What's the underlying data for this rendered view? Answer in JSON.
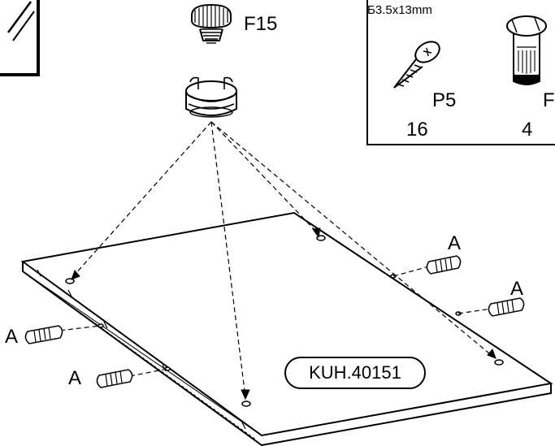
{
  "labels": {
    "f15": "F15",
    "inset_spec": "Ƃ3.5x13mm",
    "p5": "P5",
    "p5_qty": "16",
    "p_cut": "F",
    "qty_2": "4",
    "a": [
      "A",
      "A",
      "A",
      "A"
    ],
    "part_code": "KUH.40151"
  },
  "colors": {
    "ink": "#000000",
    "paper": "#ffffff"
  }
}
